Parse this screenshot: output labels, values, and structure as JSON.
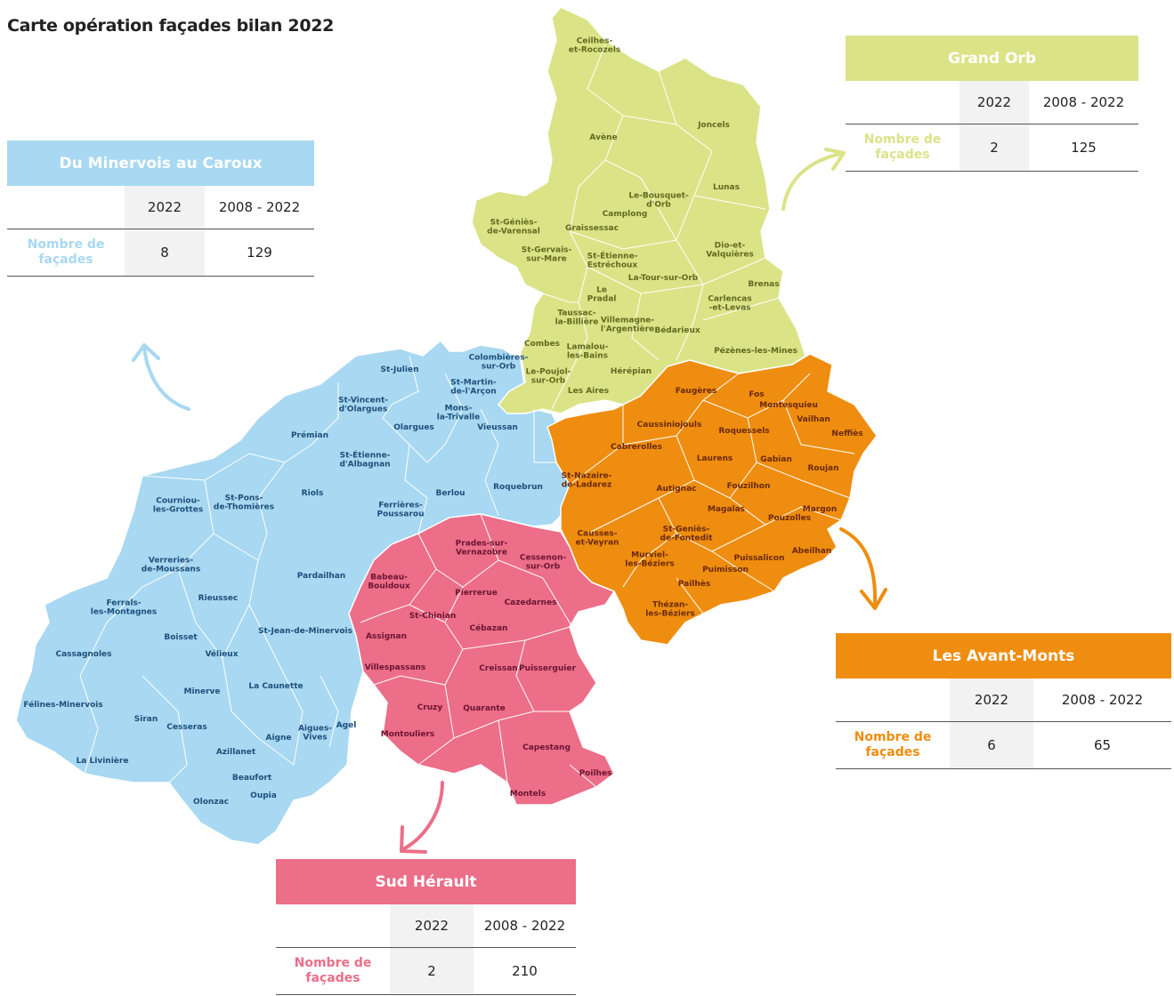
{
  "title": "Carte opération façades bilan 2022",
  "colors": {
    "minervois": "#a8d8f2",
    "grandorb": "#dbe387",
    "avantmonts": "#ef8d10",
    "sudherault": "#ec6e88",
    "grid": "#f2f2f2"
  },
  "tables": {
    "grandorb": {
      "name": "Grand Orb",
      "col1": "2022",
      "col2": "2008 - 2022",
      "row_label": "Nombre de\nfaçades",
      "v2022": "2",
      "vtotal": "125"
    },
    "minervois": {
      "name": "Du Minervois au Caroux",
      "col1": "2022",
      "col2": "2008 - 2022",
      "row_label": "Nombre de\nfaçades",
      "v2022": "8",
      "vtotal": "129"
    },
    "avantmonts": {
      "name": "Les Avant-Monts",
      "col1": "2022",
      "col2": "2008 - 2022",
      "row_label": "Nombre de\nfaçades",
      "v2022": "6",
      "vtotal": "65"
    },
    "sudherault": {
      "name": "Sud Hérault",
      "col1": "2022",
      "col2": "2008 - 2022",
      "row_label": "Nombre de\nfaçades",
      "v2022": "2",
      "vtotal": "210"
    }
  },
  "communes": {
    "grandorb": [
      "Ceilhes-\net-Rocozels",
      "Avène",
      "Joncels",
      "Lunas",
      "Le-Bousquet-\nd'Orb",
      "Camplong",
      "Graissessac",
      "St-Géniès-\nde-Varensal",
      "St-Gervais-\nsur-Mare",
      "St-Étienne-\nEstréchoux",
      "Dio-et-\nValquières",
      "La-Tour-sur-Orb",
      "Brenas",
      "Le\nPradal",
      "Carlencas\n-et-Levas",
      "Taussac-\nla-Billière",
      "Villemagne-\nl'Argentière",
      "Bédarieux",
      "Combes",
      "Lamalou-\nles-Bains",
      "Pézènes-les-Mines",
      "Le-Poujol-\nsur-Orb",
      "Hérépian",
      "Les Aires"
    ],
    "minervois": [
      "St-Julien",
      "Colombières-\nsur-Orb",
      "St-Martin-\nde-l'Arçon",
      "St-Vincent-\nd'Olargues",
      "Mons-\nla-Trivalle",
      "Olargues",
      "Vieussan",
      "Prémian",
      "St-Étienne-\nd'Albagnan",
      "Riols",
      "Berlou",
      "Roquebrun",
      "Courniou-\nles-Grottes",
      "St-Pons-\nde-Thomières",
      "Ferrières-\nPoussarou",
      "Verreries-\nde-Moussans",
      "Pardailhan",
      "Ferrals-\nles-Montagnes",
      "Rieussec",
      "Boisset",
      "St-Jean-de-Minervois",
      "Cassagnoles",
      "Vélieux",
      "Minerve",
      "La Caunette",
      "Félines-Minervois",
      "Siran",
      "Cesseras",
      "Aigues-\nVives",
      "Agel",
      "Aigne",
      "Azillanet",
      "La Livinière",
      "Beaufort",
      "Oupia",
      "Olonzac"
    ],
    "avantmonts": [
      "Faugères",
      "Fos",
      "Montesquieu",
      "Caussiniojouls",
      "Vailhan",
      "Roquessels",
      "Neffiès",
      "Cabrerolles",
      "Laurens",
      "Gabian",
      "Roujan",
      "St-Nazaire-\nde-Ladarez",
      "Autignac",
      "Fouzilhon",
      "Magalas",
      "Margon",
      "Pouzolles",
      "Causses-\net-Veyran",
      "St-Geniès-\nde-Fontedit",
      "Murviel-\nles-Béziers",
      "Puissalicon",
      "Abeilhan",
      "Puimisson",
      "Pailhès",
      "Thézan-\nles-Béziers"
    ],
    "sudherault": [
      "Prades-sur-\nVernazobre",
      "Cessenon-\nsur-Orb",
      "Babeau-\nBouldoux",
      "Pierrerue",
      "Cazedarnes",
      "St-Chinian",
      "Assignan",
      "Cébazan",
      "Villespassans",
      "Creissan",
      "Puisserguier",
      "Cruzy",
      "Quarante",
      "Montouliers",
      "Capestang",
      "Poilhes",
      "Montels"
    ]
  }
}
